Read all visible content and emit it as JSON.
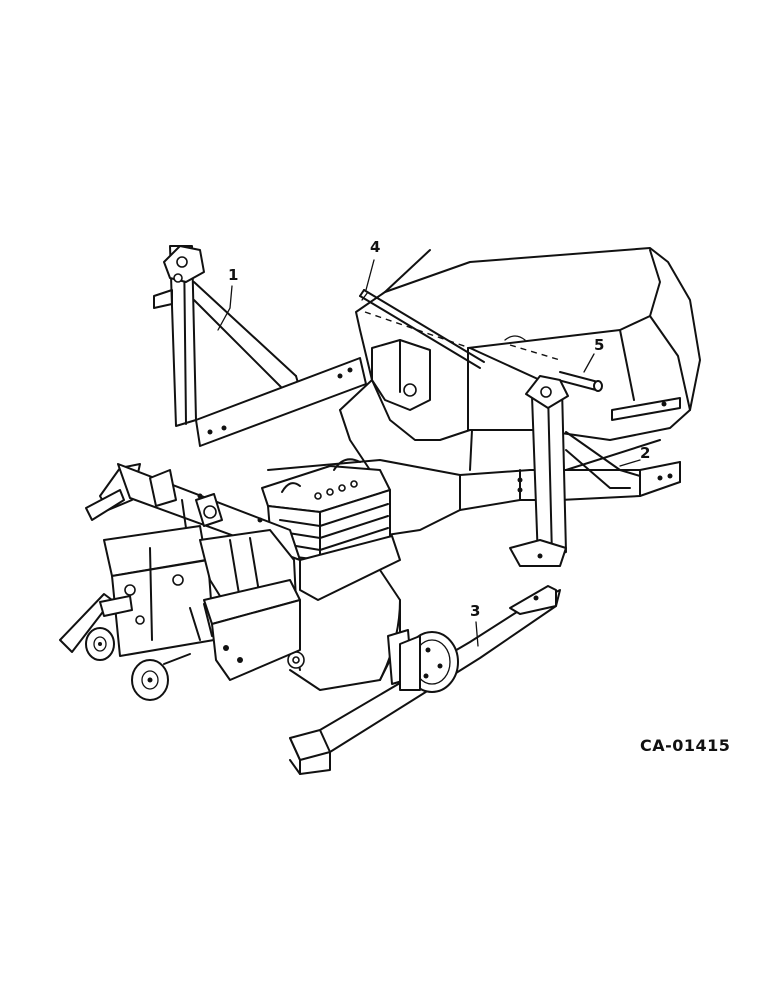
{
  "diagram": {
    "drawing_code": "CA-01415",
    "callouts": [
      {
        "id": "1",
        "label": "1"
      },
      {
        "id": "2",
        "label": "2"
      },
      {
        "id": "3",
        "label": "3"
      },
      {
        "id": "4",
        "label": "4"
      },
      {
        "id": "5",
        "label": "5"
      }
    ]
  }
}
